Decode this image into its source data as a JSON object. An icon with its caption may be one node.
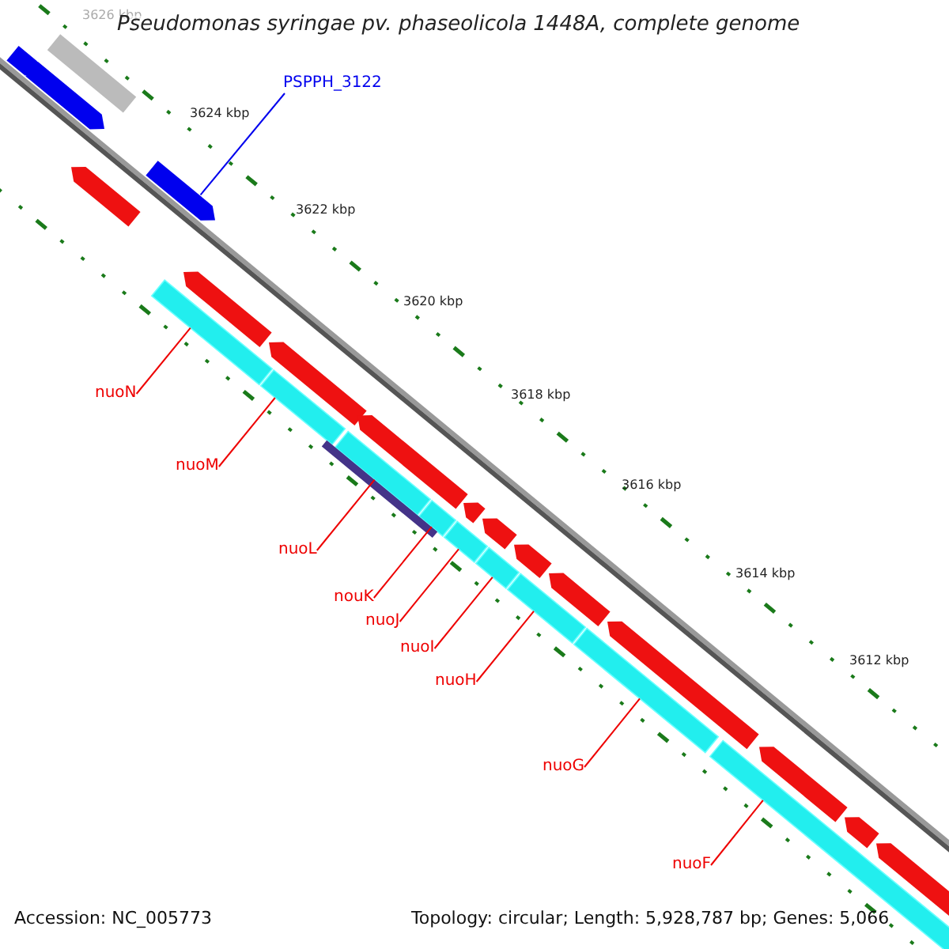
{
  "diagram": {
    "title": "Pseudomonas syringae pv. phaseolicola 1448A, complete genome",
    "nodes": [
      {
        "text": [
          "PSPPH_3122"
        ]
      },
      {
        "text": [
          "nuoN"
        ]
      },
      {
        "text": [
          "nuoM"
        ]
      },
      {
        "text": [
          "nuoL"
        ]
      },
      {
        "text": [
          "nouK"
        ]
      },
      {
        "text": [
          "nuoJ"
        ]
      },
      {
        "text": [
          "nuoI"
        ]
      },
      {
        "text": [
          "nuoH"
        ]
      },
      {
        "text": [
          "nuoG"
        ]
      },
      {
        "text": [
          "nuoF"
        ]
      },
      {
        "text": [],
        "shape": "arrow"
      },
      {
        "text": [],
        "shape": "bar"
      },
      {
        "text": [],
        "shape": "bar"
      },
      {
        "text": [],
        "shape": "bar"
      },
      {
        "text": [],
        "shape": "bar"
      },
      {
        "text": [],
        "shape": "bar"
      },
      {
        "text": [],
        "shape": "bar"
      },
      {
        "text": [],
        "shape": "bar"
      },
      {
        "text": [],
        "shape": "bar"
      },
      {
        "text": [],
        "shape": "bar"
      },
      {
        "text": [],
        "shape": "arrow"
      },
      {
        "text": [],
        "shape": "arrow"
      },
      {
        "text": [],
        "shape": "bar"
      },
      {
        "text": [],
        "shape": "arrow"
      },
      {
        "text": [],
        "shape": "arrow"
      },
      {
        "text": [],
        "shape": "arrow"
      },
      {
        "text": [],
        "shape": "arrow"
      },
      {
        "text": [],
        "shape": "arrow"
      },
      {
        "text": [],
        "shape": "arrow"
      },
      {
        "text": [],
        "shape": "arrow"
      },
      {
        "text": [],
        "shape": "arrow"
      },
      {
        "text": [],
        "shape": "arrow"
      },
      {
        "text": [],
        "shape": "arrow"
      },
      {
        "text": [],
        "shape": "arrow"
      },
      {
        "text": [],
        "shape": "arrow"
      },
      {
        "text": [],
        "shape": "bar"
      }
    ],
    "edges": [
      {
        "from": 0,
        "to": 10,
        "arrow": "none",
        "color": "#0000ee"
      },
      {
        "from": 1,
        "to": 11,
        "arrow": "none"
      },
      {
        "from": 2,
        "to": 12,
        "arrow": "none"
      },
      {
        "from": 3,
        "to": 13,
        "arrow": "none"
      },
      {
        "from": 4,
        "to": 14,
        "arrow": "none"
      },
      {
        "from": 5,
        "to": 15,
        "arrow": "none"
      },
      {
        "from": 6,
        "to": 16,
        "arrow": "none"
      },
      {
        "from": 7,
        "to": 17,
        "arrow": "none"
      },
      {
        "from": 8,
        "to": 18,
        "arrow": "none"
      },
      {
        "from": 9,
        "to": 19,
        "arrow": "none"
      }
    ],
    "labels": [
      "3626 kbp",
      "3624 kbp",
      "3622 kbp",
      "3620 kbp",
      "3618 kbp",
      "3616 kbp",
      "3614 kbp",
      "3612 kbp",
      "Accession: NC_005773",
      "Topology: circular; Length: 5,928,787 bp; Genes: 5,066"
    ]
  }
}
